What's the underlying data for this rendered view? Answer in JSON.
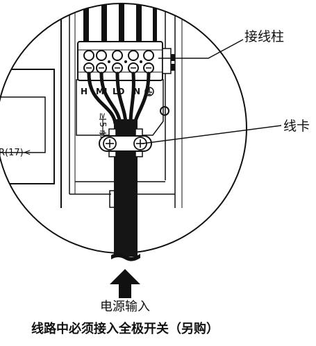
{
  "callouts": {
    "terminal_block": "接线柱",
    "cable_clamp": "线卡",
    "power_input": "电源输入",
    "install_note": "线路中必须接入全极开关（另购）"
  },
  "terminal_labels": [
    "H",
    "MI",
    "LO",
    "N"
  ],
  "measurement": "≥ 5 mm",
  "device_marking": "R(17)<",
  "icons": [
    "ground-icon",
    "up-arrow-icon",
    "screw-icon"
  ],
  "colors": {
    "line": "#111111",
    "cable": "#151515",
    "background": "#ffffff"
  }
}
